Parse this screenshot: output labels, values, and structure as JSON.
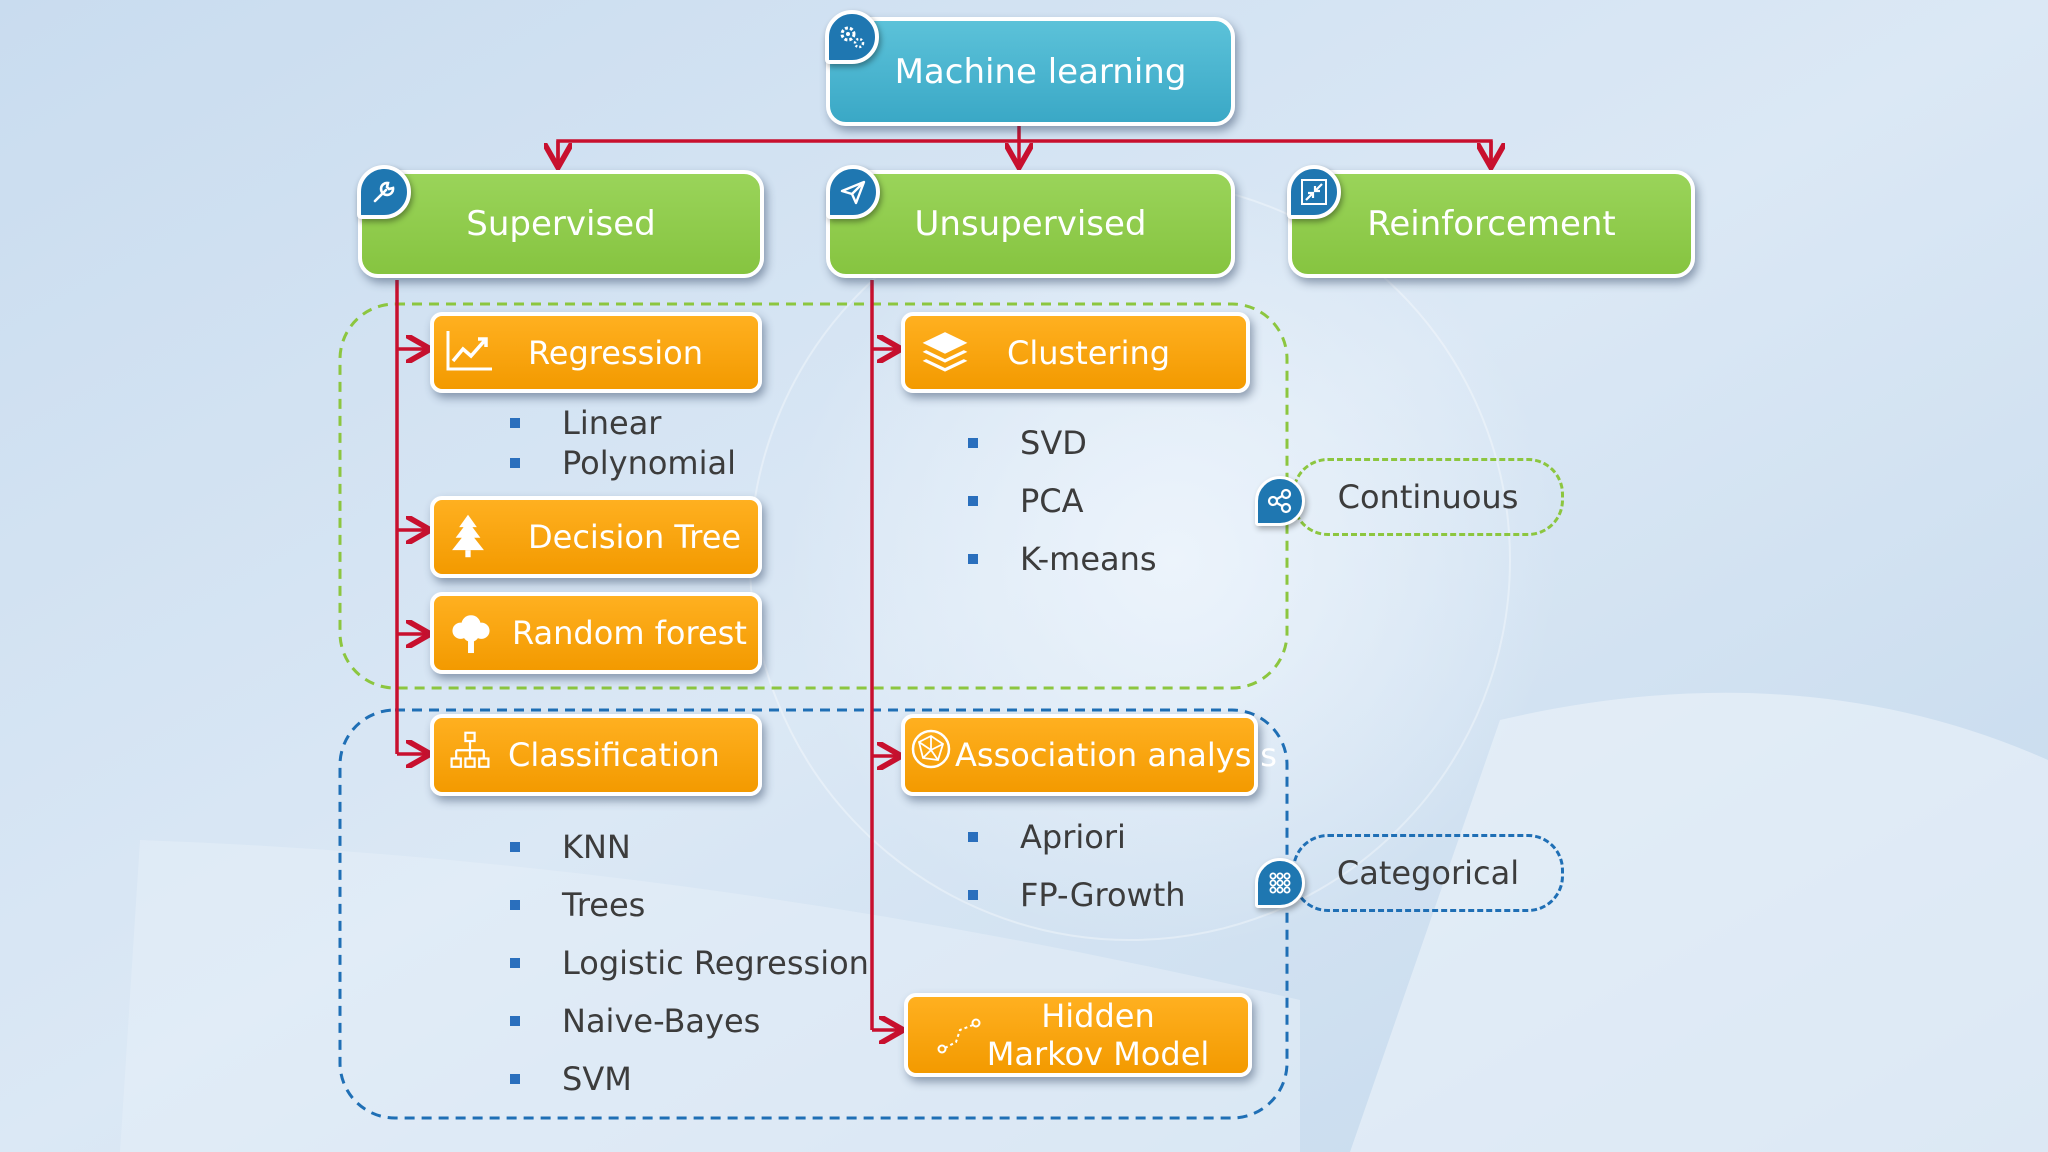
{
  "root": {
    "label": "Machine learning"
  },
  "categories": [
    {
      "label": "Supervised"
    },
    {
      "label": "Unsupervised"
    },
    {
      "label": "Reinforcement"
    }
  ],
  "supervised": {
    "regression": {
      "label": "Regression",
      "items": [
        "Linear",
        "Polynomial"
      ]
    },
    "decision_tree": {
      "label": "Decision Tree"
    },
    "random_forest": {
      "label": "Random forest"
    },
    "classification": {
      "label": "Classification",
      "items": [
        "KNN",
        "Trees",
        "Logistic Regression",
        "Naive-Bayes",
        "SVM"
      ]
    }
  },
  "unsupervised": {
    "clustering": {
      "label": "Clustering",
      "items": [
        "SVD",
        "PCA",
        "K-means"
      ]
    },
    "association": {
      "label": "Association analysis",
      "items": [
        "Apriori",
        "FP-Growth"
      ]
    },
    "hmm": {
      "line1": "Hidden",
      "line2": "Markov Model"
    }
  },
  "groups": {
    "continuous": "Continuous",
    "categorical": "Categorical"
  },
  "colors": {
    "root": "#45b3cf",
    "category": "#8fcc4c",
    "method": "#f7a40a",
    "connector": "#c8102e",
    "continuous_border": "#8cc63f",
    "categorical_border": "#1f6fb5",
    "badge": "#1f77b1"
  },
  "icons": {
    "root": "gears-icon",
    "supervised": "wrench-icon",
    "unsupervised": "paper-plane-icon",
    "reinforcement": "compress-arrows-icon",
    "regression": "line-chart-icon",
    "clustering": "layers-icon",
    "decision_tree": "pine-tree-icon",
    "random_forest": "tree-icon",
    "classification": "hierarchy-icon",
    "association": "network-globe-icon",
    "hmm": "path-nodes-icon",
    "continuous": "share-icon",
    "categorical": "dots-grid-icon"
  }
}
